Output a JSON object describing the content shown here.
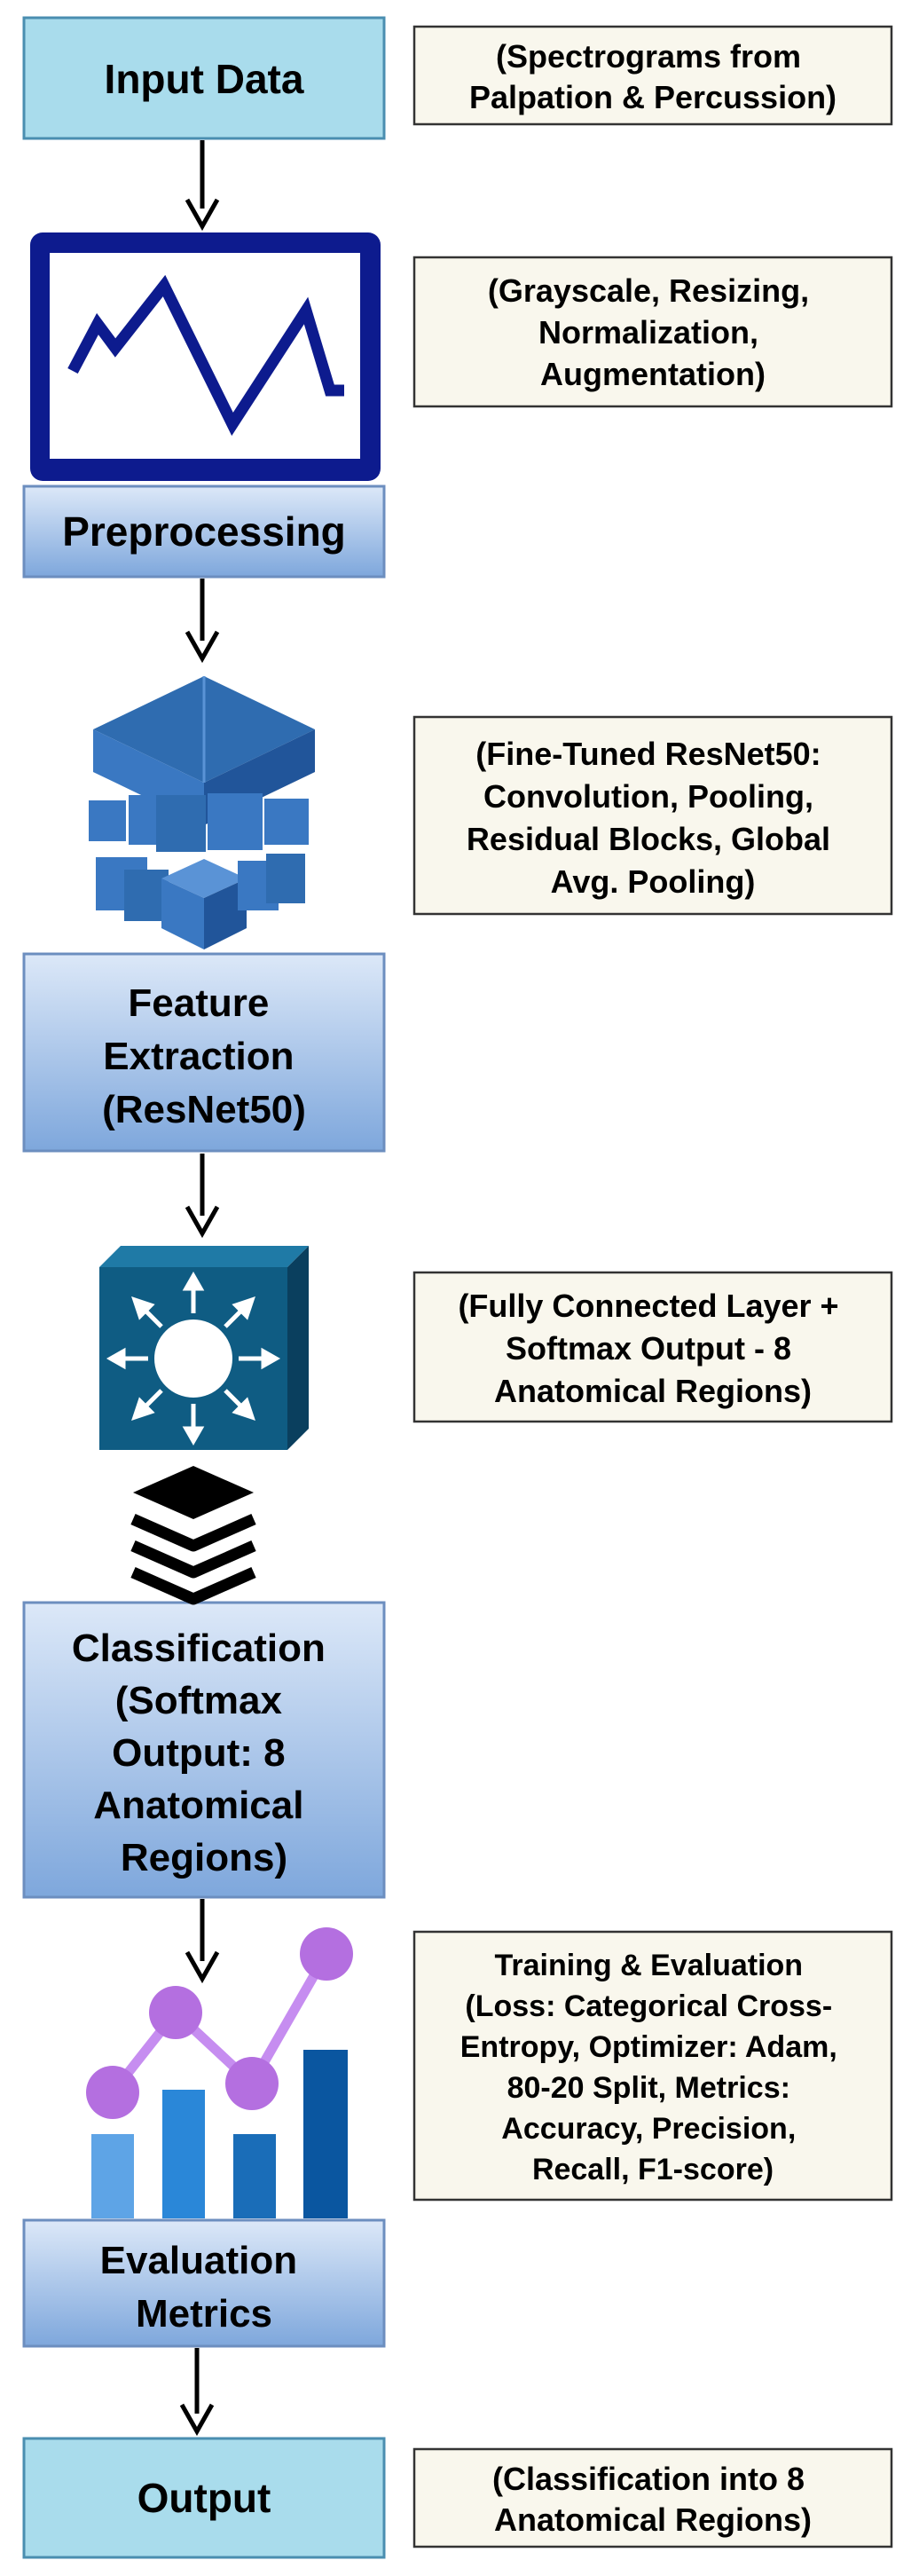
{
  "colors": {
    "input_fill": "#a9dcec",
    "input_stroke": "#4a8eb0",
    "blue_grad_top": "#dce8f8",
    "blue_grad_bottom": "#7ea7dc",
    "blue_stroke": "#6c8ebf",
    "note_fill": "#f9f7ed",
    "note_stroke": "#333333",
    "navy": "#0d1b8e",
    "cube_blue": "#3a78c2",
    "switch_teal": "#0f5c83",
    "chart_purple": "#b46fe0",
    "arrow": "#000000"
  },
  "steps": [
    {
      "id": "input",
      "lines": [
        "Input Data"
      ]
    },
    {
      "id": "preprocessing",
      "lines": [
        "Preprocessing"
      ],
      "icon": "monitor-waveform-icon"
    },
    {
      "id": "feature",
      "lines": [
        "Feature",
        "Extraction",
        "(ResNet50)"
      ],
      "icon": "cube-stack-icon"
    },
    {
      "id": "classification",
      "lines": [
        "Classification",
        "(Softmax",
        "Output: 8",
        "Anatomical",
        "Regions)"
      ],
      "icon": "network-switch-icon"
    },
    {
      "id": "evaluation",
      "lines": [
        "Evaluation",
        "Metrics"
      ],
      "icon": "bar-line-chart-icon"
    },
    {
      "id": "output",
      "lines": [
        "Output"
      ]
    }
  ],
  "notes": [
    {
      "id": "input-note",
      "lines": [
        "(Spectrograms from",
        "Palpation & Percussion)"
      ]
    },
    {
      "id": "preprocessing-note",
      "lines": [
        "(Grayscale, Resizing,",
        "Normalization,",
        "Augmentation)"
      ]
    },
    {
      "id": "feature-note",
      "lines": [
        "(Fine-Tuned ResNet50:",
        "Convolution, Pooling,",
        "Residual Blocks, Global",
        "Avg. Pooling)"
      ]
    },
    {
      "id": "classification-note",
      "lines": [
        "(Fully Connected Layer +",
        "Softmax Output - 8",
        "Anatomical Regions)"
      ]
    },
    {
      "id": "evaluation-note",
      "lines": [
        "Training & Evaluation",
        "(Loss: Categorical Cross-",
        "Entropy, Optimizer: Adam,",
        "80-20 Split, Metrics:",
        "Accuracy, Precision,",
        "Recall, F1-score)"
      ]
    },
    {
      "id": "output-note",
      "lines": [
        "(Classification into 8",
        "Anatomical Regions)"
      ]
    }
  ],
  "icons": {
    "layers": "layers-stack-icon"
  }
}
